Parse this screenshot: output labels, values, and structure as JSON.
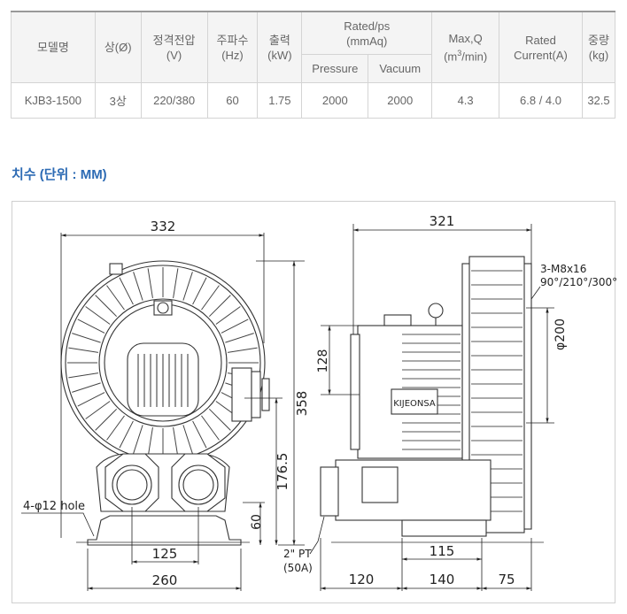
{
  "table": {
    "headers": {
      "model": "모델명",
      "phase": "상(Ø)",
      "voltage": [
        "정격전압",
        "(V)"
      ],
      "frequency": [
        "주파수",
        "(Hz)"
      ],
      "output": [
        "출력",
        "(kW)"
      ],
      "rated_ps": [
        "Rated/ps",
        "(mmAq)"
      ],
      "pressure": "Pressure",
      "vacuum": "Vacuum",
      "maxq": [
        "Max,Q",
        "(m",
        "3",
        "/min)"
      ],
      "current": [
        "Rated",
        "Current(A)"
      ],
      "weight": [
        "중량",
        "(kg)"
      ]
    },
    "row": {
      "model": "KJB3-1500",
      "phase": "3상",
      "voltage": "220/380",
      "frequency": "60",
      "output": "1.75",
      "pressure": "2000",
      "vacuum": "2000",
      "maxq": "4.3",
      "current": "6.8 / 4.0",
      "weight": "32.5"
    }
  },
  "section_title": "치수 (단위 : MM)",
  "drawing": {
    "front": {
      "width": "332",
      "height": "358",
      "center_height": "176.5",
      "foot_height": "60",
      "hole_pitch": "125",
      "base_width": "260",
      "hole_note": "4-φ12 hole"
    },
    "side": {
      "width": "321",
      "motor_height": "128",
      "bolt_note": [
        "3-M8x16",
        "90°/210°/300°"
      ],
      "flange_dia": "φ200",
      "port_note": [
        "2\" PT",
        "(50A)"
      ],
      "dim_a": "120",
      "dim_b": "140",
      "dim_c": "75",
      "dim_d": "115",
      "brand": "KIJEONSA"
    }
  }
}
